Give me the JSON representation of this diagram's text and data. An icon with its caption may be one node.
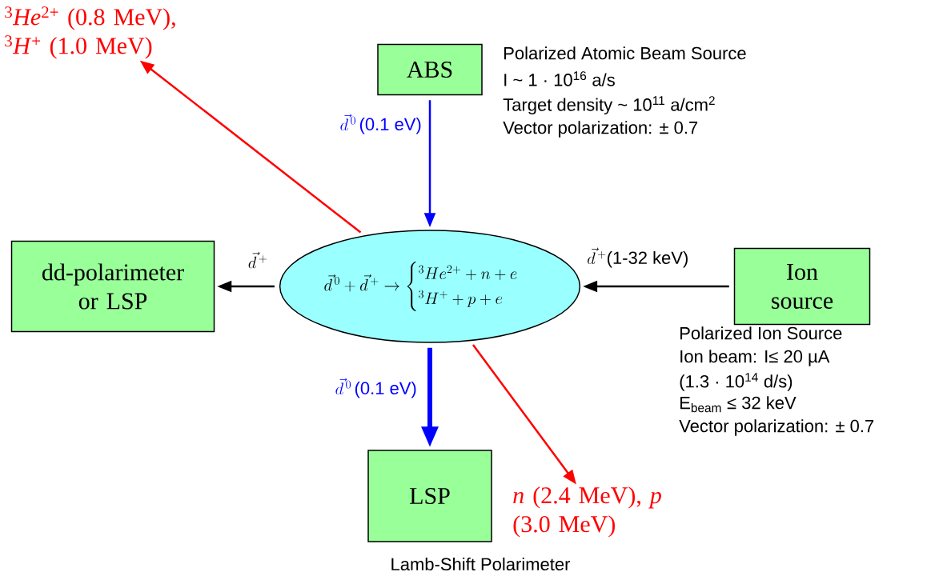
{
  "diagram": {
    "nodes": [
      {
        "text": [
          "ABS"
        ],
        "beside": [
          "Polarized Atomic Beam Source",
          "I ~  1 · 10$^{16}$ a/s",
          "Target density ~ 10$^{11}$ a/cm$^{2}$",
          "Vector polarization: ± 0.7"
        ]
      },
      {
        "text": [
          "\\vec{d}^{\\,0}+\\vec{d}^{\\,+}\\rightarrow\\begin{cases}{}^{3}He^{2+}+n+e\\\\{}^{3}H^{+}+p+e\\end{cases}"
        ]
      },
      {
        "text": [
          "dd-polarimeter or LSP"
        ]
      },
      {
        "text": [
          "Ion source"
        ],
        "beside": [
          "Polarized Ion Source",
          "Ion beam: I≤ 20 µA",
          "(1.3 · 10$^{14}$  d/s)",
          "E$_{beam}$ ≤ 32 keV",
          "Vector polarization: ± 0.7"
        ]
      },
      {
        "text": [
          "LSP"
        ],
        "beside": [
          "Lamb-Shift Polarimeter"
        ]
      },
      {
        "text": [
          "$^{3}$*He*$^{2+}$ (0.8 MeV), $^{3}$*H*$^{+}$ (1.0 MeV)"
        ]
      },
      {
        "text": [
          "*n* (2.4 MeV), *p* (3.0 MeV)"
        ]
      }
    ],
    "edges": [
      {
        "from": 0,
        "to": 1,
        "arrow": "to",
        "label": "\\vec{d}^{\\,0}\\,\\mbox{(0.1 eV)}",
        "color": "#0000ff"
      },
      {
        "from": 3,
        "to": 1,
        "arrow": "to",
        "label": "\\vec{d}^{\\,+}\\mbox{(1-32 keV)}",
        "color": "#000000"
      },
      {
        "from": 1,
        "to": 2,
        "arrow": "to",
        "label": "\\vec{d}^{\\,+}",
        "color": "#000000"
      },
      {
        "from": 1,
        "to": 4,
        "arrow": "to",
        "label": "\\vec{d}^{\\,0}\\,\\mbox{(0.1 eV)}",
        "style": "thick",
        "color": "#0000ff"
      },
      {
        "from": 1,
        "to": 5,
        "arrow": "to",
        "color": "#ff0000"
      },
      {
        "from": 1,
        "to": 6,
        "arrow": "to",
        "color": "#ff0000"
      }
    ]
  }
}
